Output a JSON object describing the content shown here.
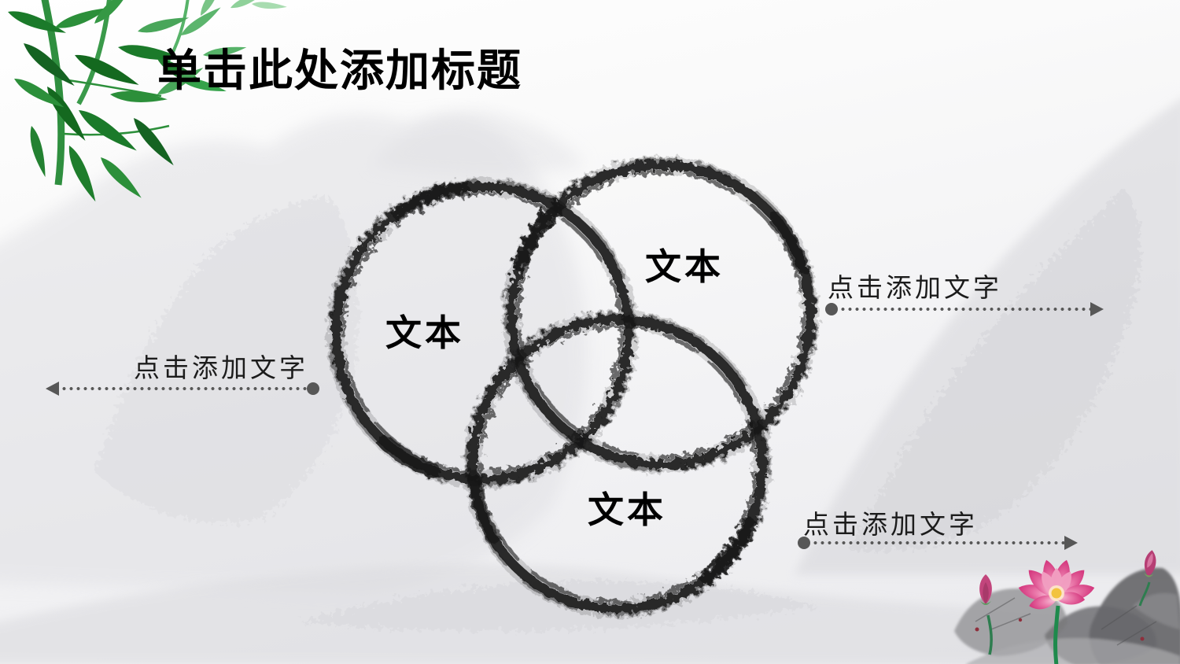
{
  "slide": {
    "title": "单击此处添加标题",
    "diagram": {
      "type": "venn-ink-circles",
      "circles": [
        {
          "label": "文本",
          "position": "left"
        },
        {
          "label": "文本",
          "position": "top-right"
        },
        {
          "label": "文本",
          "position": "bottom"
        }
      ]
    },
    "captions": [
      {
        "label": "点击添加文字",
        "side": "left",
        "arrow_direction": "left"
      },
      {
        "label": "点击添加文字",
        "side": "right-top",
        "arrow_direction": "right"
      },
      {
        "label": "点击添加文字",
        "side": "right-bottom",
        "arrow_direction": "right"
      }
    ],
    "decorations": [
      {
        "name": "bamboo-branch",
        "position": "top-left"
      },
      {
        "name": "ink-mountains",
        "position": "background"
      },
      {
        "name": "lotus-flowers",
        "position": "bottom-right"
      }
    ],
    "colors": {
      "title_text": "#000000",
      "circle_label_text": "#000000",
      "caption_text": "#1c1c1c",
      "connector": "#575757",
      "ink": "#161616",
      "bamboo_green": "#2c8f3a",
      "lotus_pink": "#e0568f",
      "background_top": "#ffffff",
      "background_bottom": "#eaeaed"
    }
  }
}
